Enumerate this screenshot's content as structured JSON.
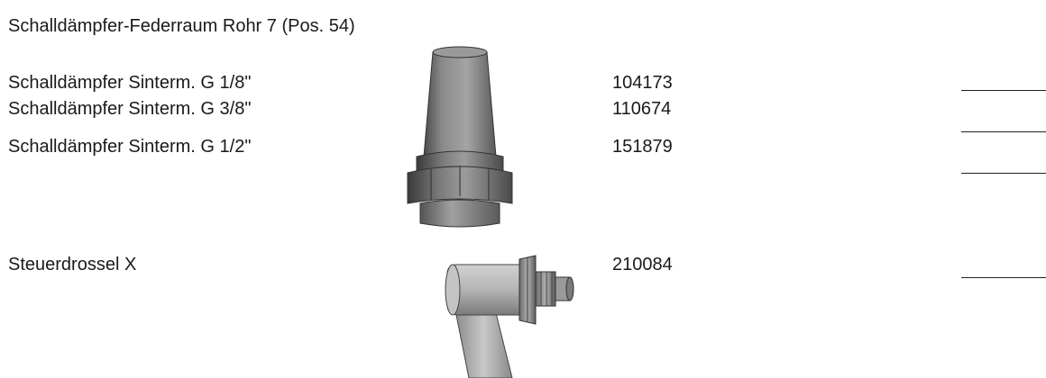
{
  "section": {
    "title": "Schalldämpfer-Federraum Rohr 7 (Pos. 54)"
  },
  "items": [
    {
      "name": "Schalldämpfer Sinterm. G 1/8\"",
      "number": "104173"
    },
    {
      "name": "Schalldämpfer Sinterm. G 3/8\"",
      "number": "110674"
    },
    {
      "name": "Schalldämpfer Sinterm. G 1/2\"",
      "number": "151879"
    },
    {
      "name": "Steuerdrossel X",
      "number": "210084"
    }
  ],
  "images": {
    "silencer": "silencer-drawing",
    "throttle": "throttle-valve-drawing"
  }
}
